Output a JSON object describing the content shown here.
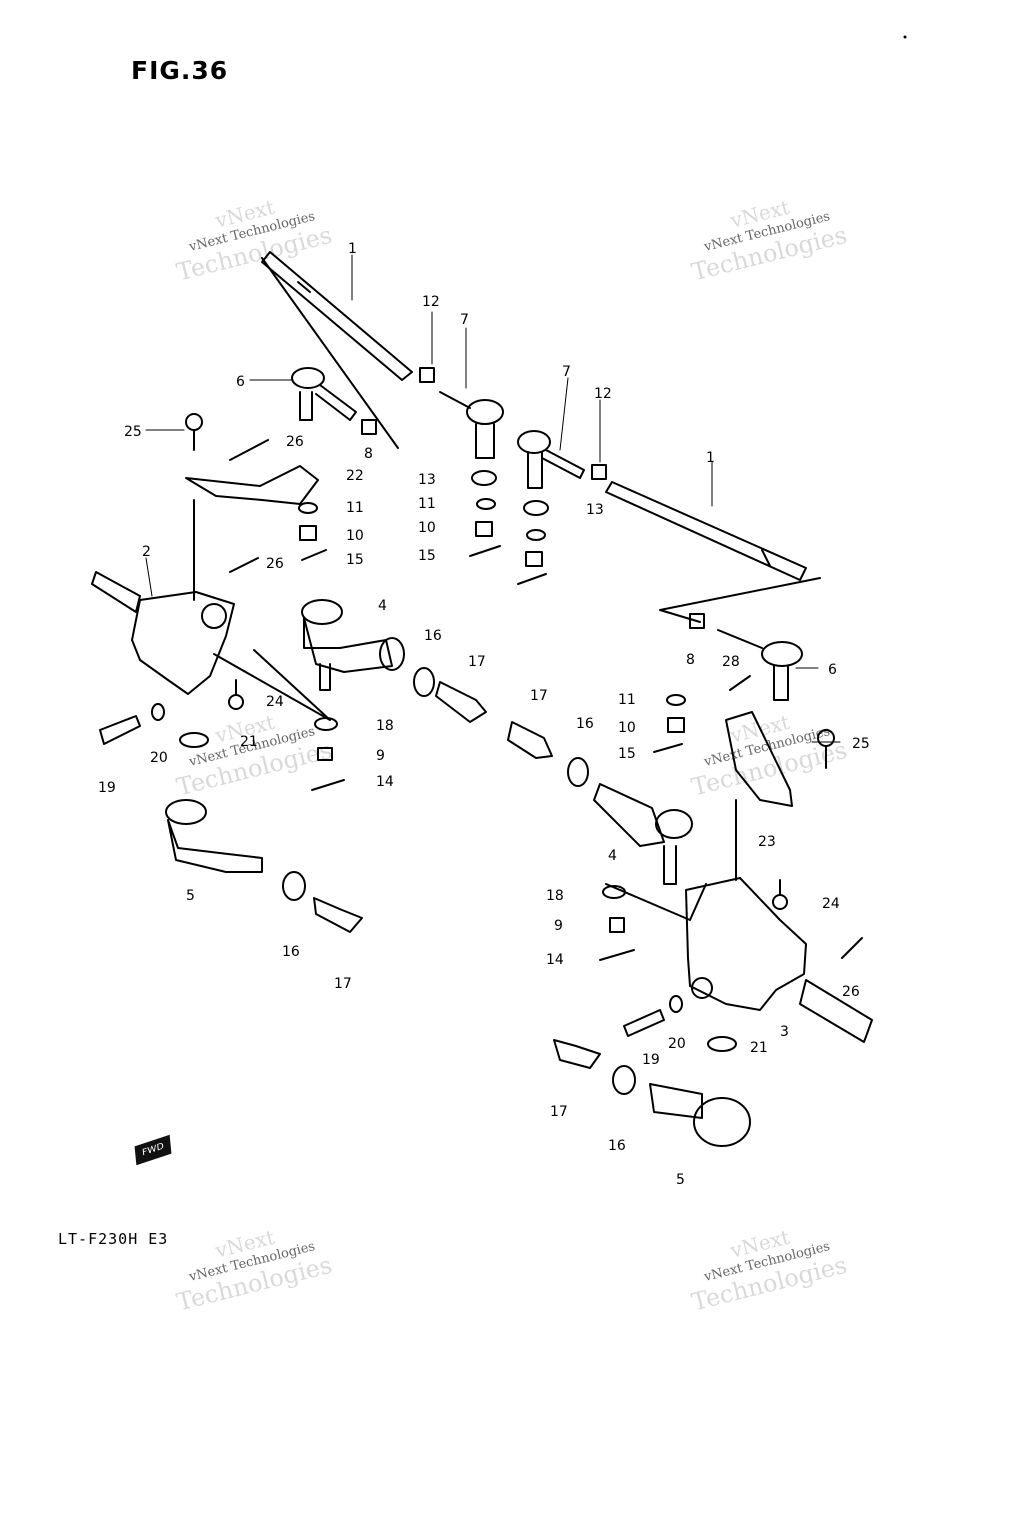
{
  "figure_title": "FIG.36",
  "model_code": "LT-F230H E3",
  "forward_badge": "FWD",
  "watermark": {
    "line1": "vNext",
    "line2": "vNext Technologies",
    "line3": "Technologies"
  },
  "callouts": [
    "1",
    "12",
    "7",
    "6",
    "25",
    "26",
    "8",
    "22",
    "11",
    "10",
    "15",
    "13",
    "1",
    "7",
    "12",
    "13",
    "11",
    "10",
    "15",
    "2",
    "26",
    "4",
    "16",
    "17",
    "8",
    "28",
    "6",
    "11",
    "10",
    "15",
    "25",
    "19",
    "20",
    "24",
    "18",
    "9",
    "14",
    "17",
    "16",
    "23",
    "5",
    "16",
    "17",
    "4",
    "18",
    "9",
    "14",
    "24",
    "26",
    "3",
    "19",
    "20",
    "21",
    "17",
    "16",
    "5",
    "21"
  ]
}
